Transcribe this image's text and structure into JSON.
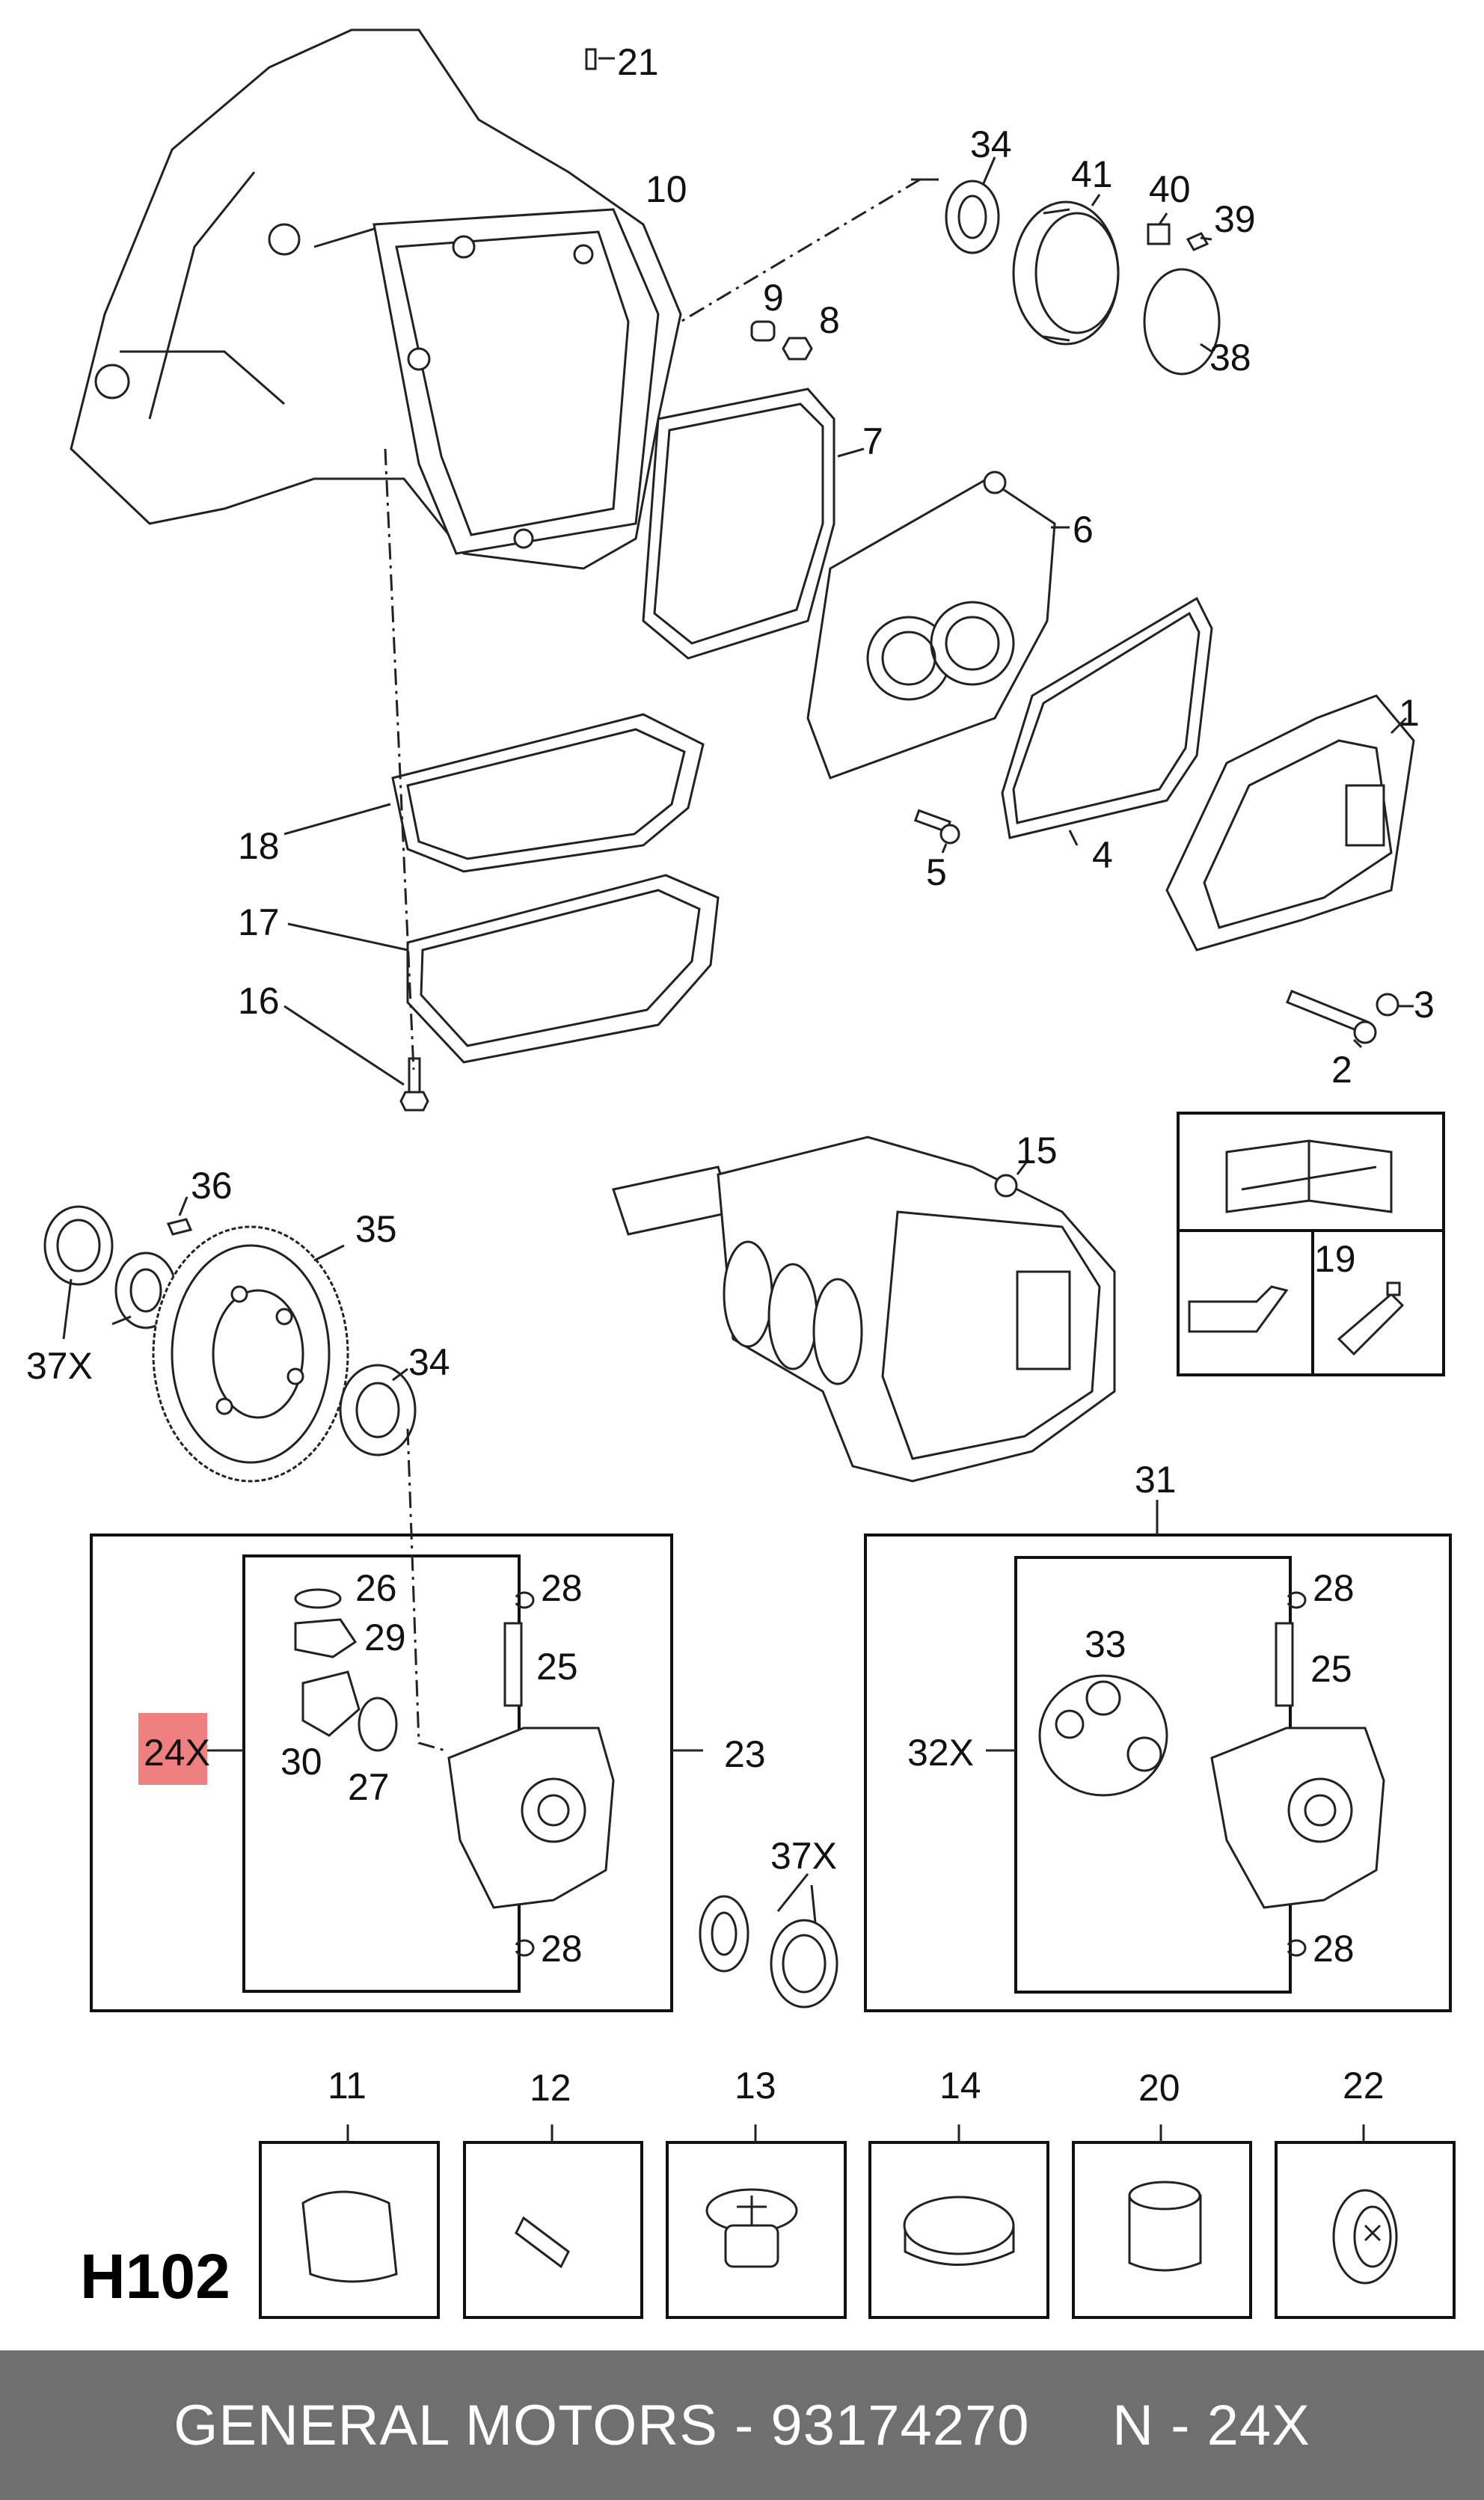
{
  "callouts": {
    "c1": "1",
    "c2": "2",
    "c3": "3",
    "c4": "4",
    "c5": "5",
    "c6": "6",
    "c7": "7",
    "c8": "8",
    "c9": "9",
    "c10": "10",
    "c11": "11",
    "c12": "12",
    "c13": "13",
    "c14": "14",
    "c15": "15",
    "c16": "16",
    "c17": "17",
    "c18": "18",
    "c19": "19",
    "c20": "20",
    "c21": "21",
    "c22": "22",
    "c23": "23",
    "c24x": "24X",
    "c25a": "25",
    "c25b": "25",
    "c26": "26",
    "c27": "27",
    "c28a": "28",
    "c28b": "28",
    "c28c": "28",
    "c28d": "28",
    "c29": "29",
    "c30": "30",
    "c31": "31",
    "c32x": "32X",
    "c33": "33",
    "c34a": "34",
    "c34b": "34",
    "c35": "35",
    "c36": "36",
    "c37xa": "37X",
    "c37xb": "37X",
    "c38": "38",
    "c39": "39",
    "c40": "40",
    "c41": "41"
  },
  "diagram_code": "H102",
  "highlight": {
    "part": "24X",
    "color": "#f08080"
  },
  "footer": {
    "text": "GENERAL MOTORS - 93174270     N - 24X",
    "background": "#6f6f6f"
  }
}
